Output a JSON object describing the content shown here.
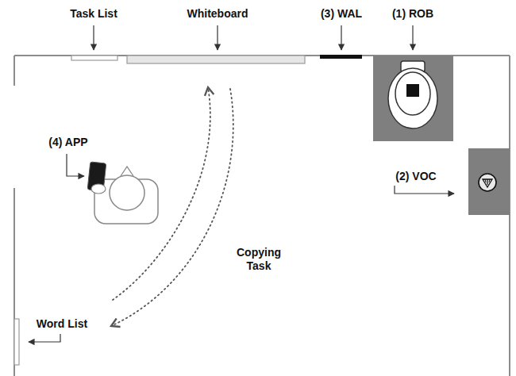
{
  "diagram": {
    "labels": [
      "Task List",
      "Whiteboard",
      "(3) WAL",
      "(1) ROB",
      "(4) APP",
      "(2) VOC",
      "Copying Task",
      "Word List"
    ]
  }
}
